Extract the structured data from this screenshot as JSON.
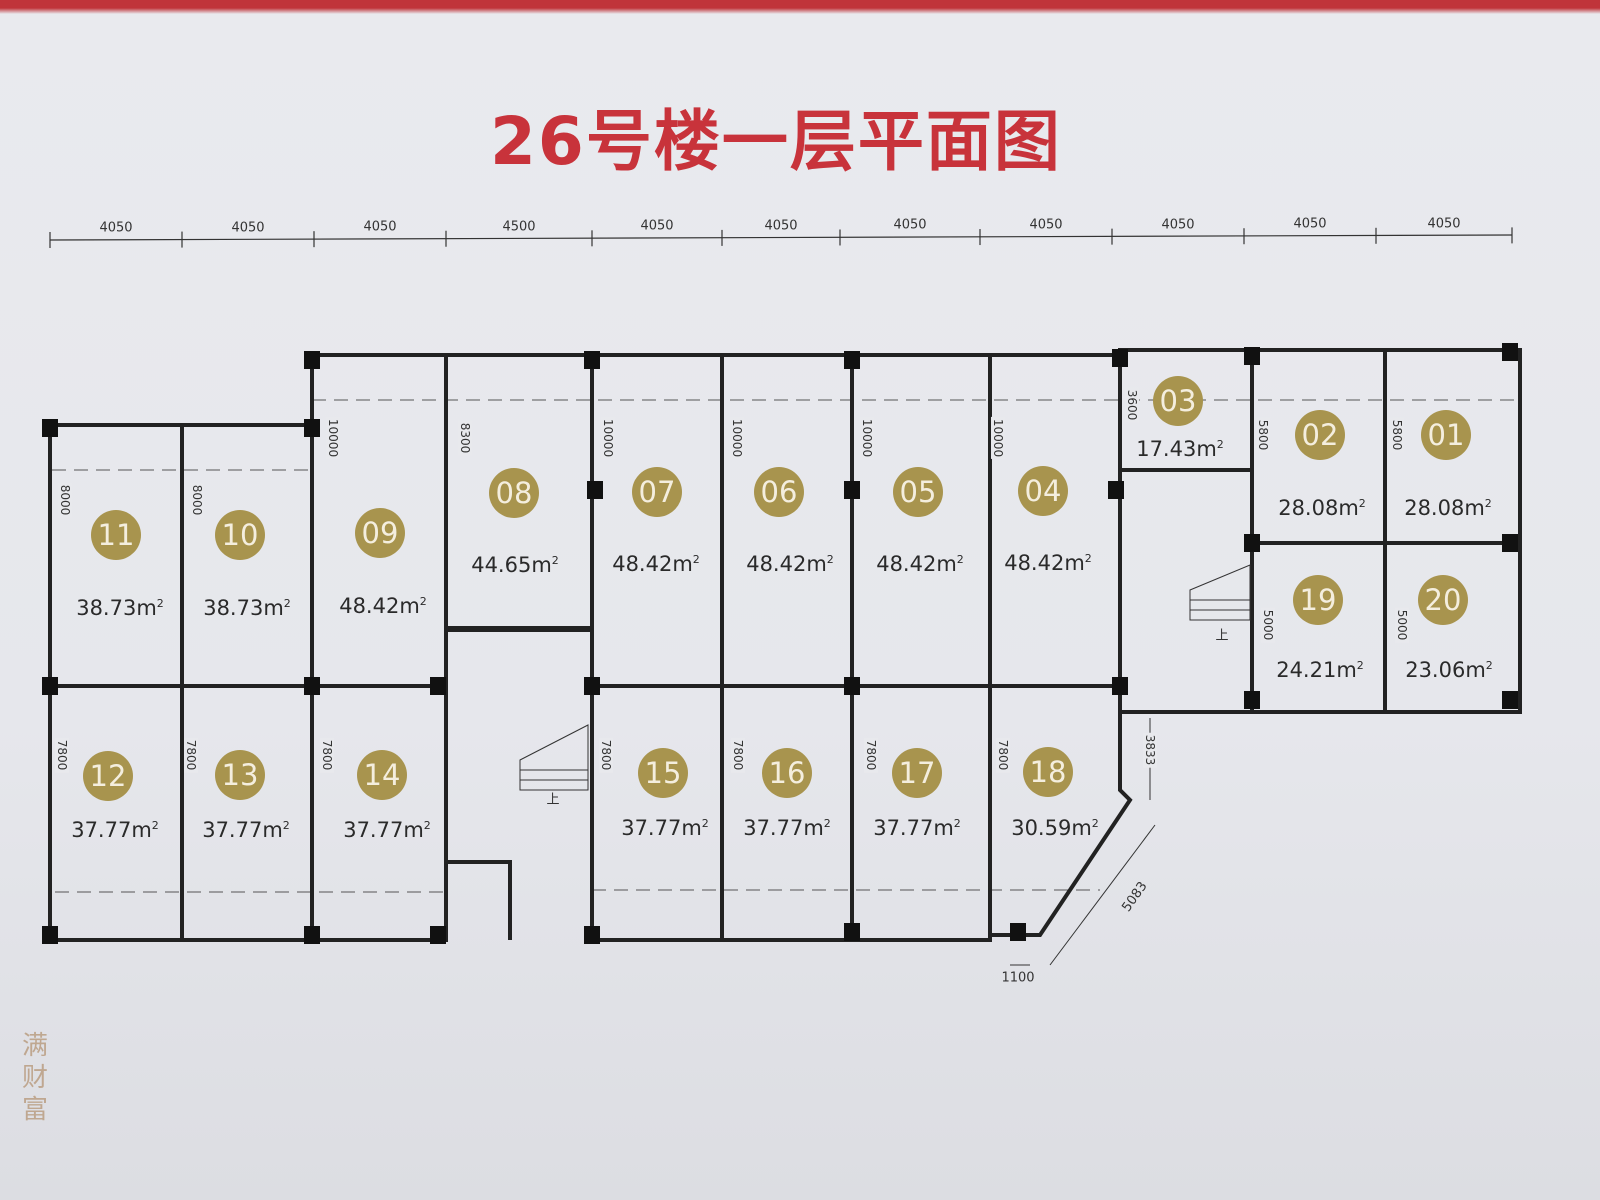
{
  "title": "26号楼一层平面图",
  "colors": {
    "title": "#c8333b",
    "badge": "#a8944e",
    "wall": "#222222"
  },
  "top_dimensions": [
    "4050",
    "4050",
    "4050",
    "4500",
    "4050",
    "4050",
    "4050",
    "4050",
    "4050",
    "4050",
    "4050"
  ],
  "units": [
    {
      "id": "11",
      "area": "38.73m",
      "dim": "8000"
    },
    {
      "id": "10",
      "area": "38.73m",
      "dim": "8000"
    },
    {
      "id": "09",
      "area": "48.42m",
      "dim": "10000"
    },
    {
      "id": "08",
      "area": "44.65m",
      "dim": "8300"
    },
    {
      "id": "07",
      "area": "48.42m",
      "dim": "10000"
    },
    {
      "id": "06",
      "area": "48.42m",
      "dim": "10000"
    },
    {
      "id": "05",
      "area": "48.42m",
      "dim": "10000"
    },
    {
      "id": "04",
      "area": "48.42m",
      "dim": "10000"
    },
    {
      "id": "03",
      "area": "17.43m",
      "dim": "3600"
    },
    {
      "id": "02",
      "area": "28.08m",
      "dim": "5800"
    },
    {
      "id": "01",
      "area": "28.08m",
      "dim": "5800"
    },
    {
      "id": "19",
      "area": "24.21m",
      "dim": "5000"
    },
    {
      "id": "20",
      "area": "23.06m",
      "dim": "5000"
    },
    {
      "id": "12",
      "area": "37.77m",
      "dim": "7800"
    },
    {
      "id": "13",
      "area": "37.77m",
      "dim": "7800"
    },
    {
      "id": "14",
      "area": "37.77m",
      "dim": "7800"
    },
    {
      "id": "15",
      "area": "37.77m",
      "dim": "7800"
    },
    {
      "id": "16",
      "area": "37.77m",
      "dim": "7800"
    },
    {
      "id": "17",
      "area": "37.77m",
      "dim": "7800"
    },
    {
      "id": "18",
      "area": "30.59m",
      "dim": "7800"
    }
  ],
  "area_unit_sup": "2",
  "other_dimensions": {
    "d3833": "3833",
    "d5083": "5083",
    "d1100": "1100"
  },
  "stair_label": "上",
  "logo_text": "满财富"
}
